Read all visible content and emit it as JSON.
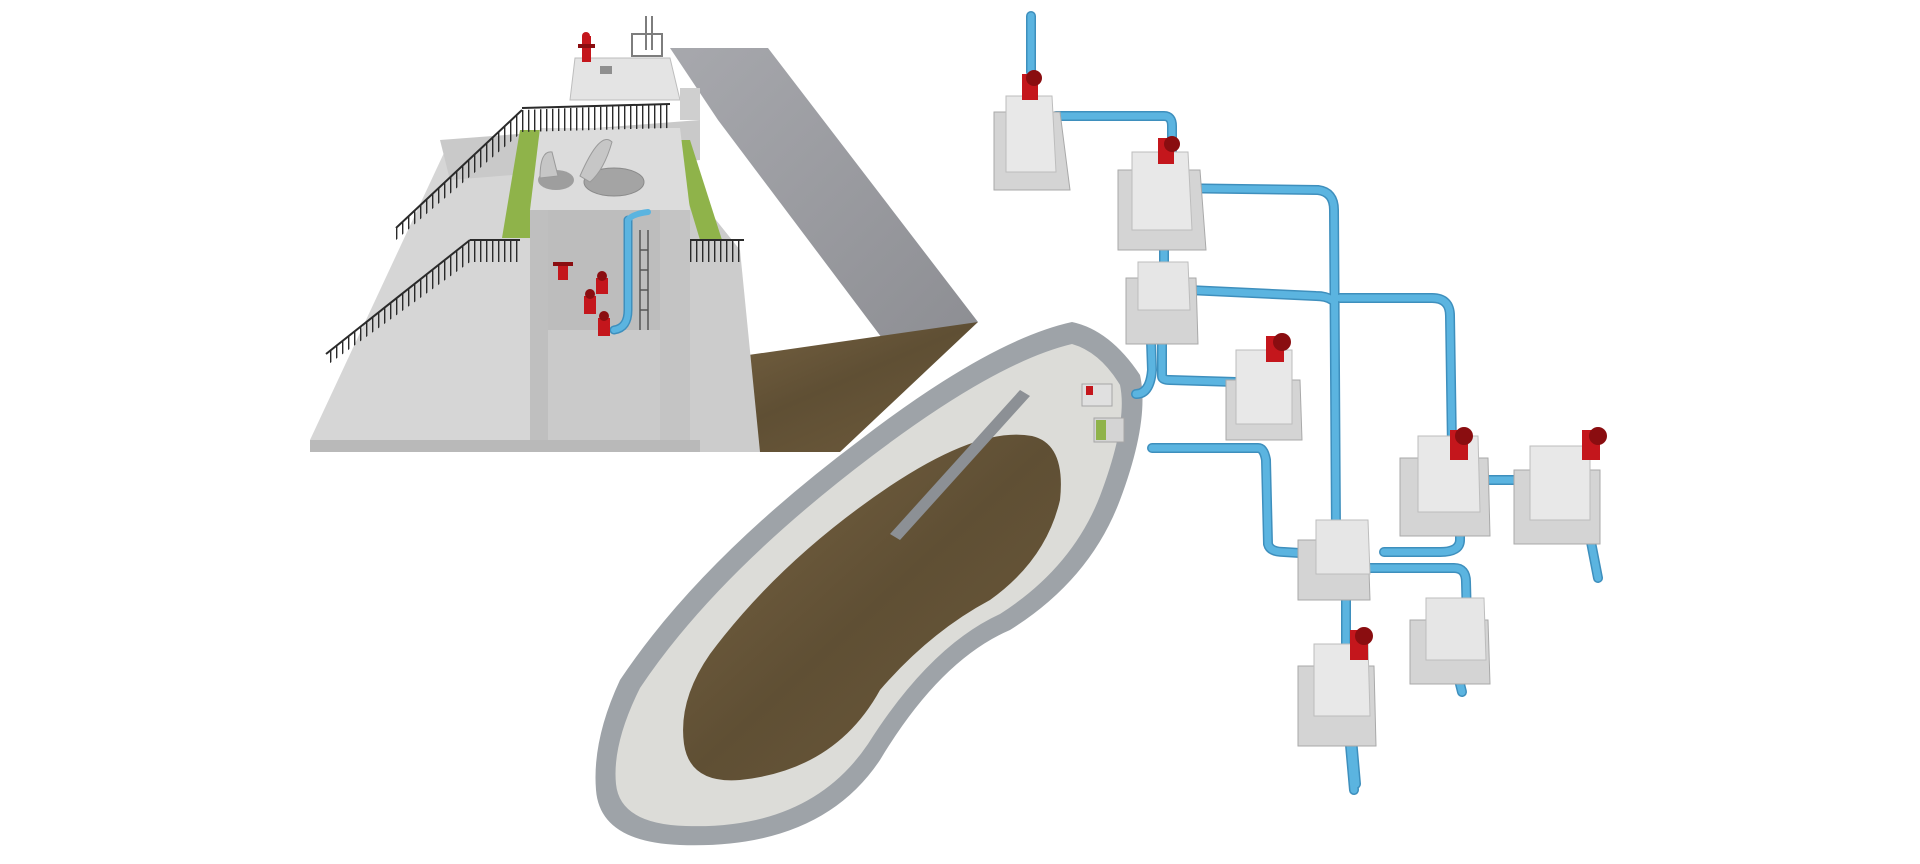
{
  "scene": {
    "subjects": [
      "pump-station-cutaway",
      "retention-basin",
      "distribution-network"
    ]
  },
  "colors": {
    "background": "#ffffff",
    "concrete_light": "#e8e8e8",
    "concrete_mid": "#cfcfcf",
    "concrete_dark": "#a9a9a9",
    "gravel": "#9a9a9f",
    "soil": "#6b5a3e",
    "grass": "#8fb34a",
    "pipe": "#5bb4e0",
    "pipe_edge": "#3e8fbd",
    "valve": "#c4161c",
    "valve_dark": "#8a0d10",
    "railing": "#2a2a2a",
    "basin_rim": "#9ea3a8"
  },
  "icons": {
    "valve": "red-valve-icon",
    "hydrant": "red-hydrant-icon",
    "ladder": "ladder-icon",
    "hatch": "manhole-hatch-icon"
  }
}
